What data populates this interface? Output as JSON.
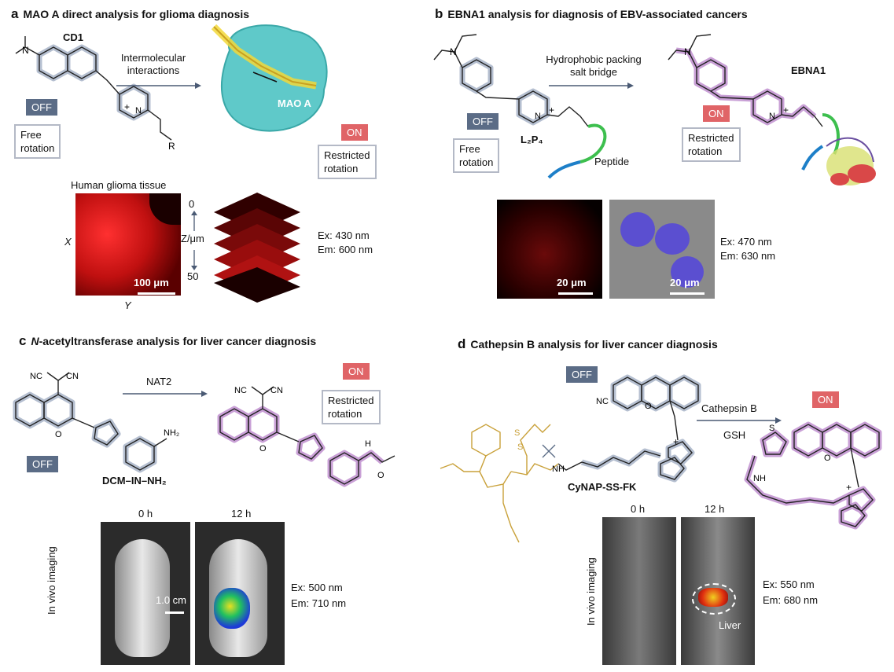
{
  "panels": {
    "a": {
      "letter": "a",
      "title": "MAO A direct analysis for glioma diagnosis",
      "molecule_label": "CD1",
      "arrow_label_1": "Intermolecular",
      "arrow_label_2": "interactions",
      "protein_label": "MAO A",
      "off_badge": "OFF",
      "on_badge": "ON",
      "off_box_1": "Free",
      "off_box_2": "rotation",
      "on_box_1": "Restricted",
      "on_box_2": "rotation",
      "r_group": "R",
      "tissue_label": "Human glioma tissue",
      "x_axis": "X",
      "y_axis": "Y",
      "z_label": "Z/μm",
      "z_top": "0",
      "z_bottom": "50",
      "scale_bar": "100 μm",
      "ex": "Ex: 430 nm",
      "em": "Em: 600 nm"
    },
    "b": {
      "letter": "b",
      "title": "EBNA1 analysis for diagnosis of EBV-associated cancers",
      "arrow_label_1": "Hydrophobic packing",
      "arrow_label_2": "salt bridge",
      "molecule_label": "L₂P₄",
      "target_label": "EBNA1",
      "peptide_label": "Peptide",
      "off_badge": "OFF",
      "on_badge": "ON",
      "off_box_1": "Free",
      "off_box_2": "rotation",
      "on_box_1": "Restricted",
      "on_box_2": "rotation",
      "scale_bar_1": "20 μm",
      "scale_bar_2": "20 μm",
      "ex": "Ex: 470 nm",
      "em": "Em: 630 nm"
    },
    "c": {
      "letter": "c",
      "title_italic": "N",
      "title_rest": "-acetyltransferase analysis for liver cancer diagnosis",
      "arrow_label": "NAT2",
      "molecule_label": "DCM–IN–NH₂",
      "off_badge": "OFF",
      "on_badge": "ON",
      "on_box_1": "Restricted",
      "on_box_2": "rotation",
      "time_0": "0 h",
      "time_12": "12 h",
      "vertical_label": "In vivo imaging",
      "scale_bar": "1.0 cm",
      "ex": "Ex: 500 nm",
      "em": "Em: 710 nm"
    },
    "d": {
      "letter": "d",
      "title": "Cathepsin B analysis for liver cancer diagnosis",
      "off_badge": "OFF",
      "on_badge": "ON",
      "arrow_label_1": "Cathepsin B",
      "arrow_label_2": "GSH",
      "molecule_label": "CyNAP-SS-FK",
      "time_0": "0 h",
      "time_12": "12 h",
      "vertical_label": "In vivo imaging",
      "organ_label": "Liver",
      "ex": "Ex: 550 nm",
      "em": "Em: 680 nm"
    }
  },
  "colors": {
    "off": "#5b6c86",
    "on": "#e06467",
    "probe_halo": "#b5bfd0",
    "on_halo": "#c9a0d6",
    "peptide_gold": "#c9a13a",
    "protein": "#5fc9c9"
  }
}
